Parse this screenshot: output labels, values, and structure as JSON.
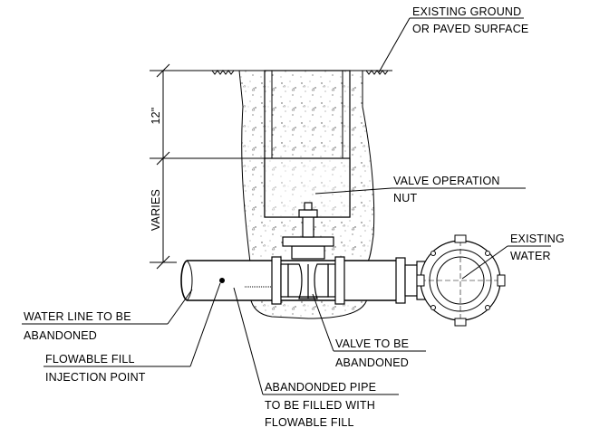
{
  "labels": {
    "existing_ground_1": "EXISTING GROUND",
    "existing_ground_2": "OR PAVED SURFACE",
    "dim_top": "12\"",
    "dim_side": "VARIES",
    "valve_operation_1": "VALVE OPERATION",
    "valve_operation_2": "NUT",
    "existing_water_1": "EXISTING",
    "existing_water_2": "WATER",
    "water_line_1": "WATER LINE TO BE",
    "water_line_2": "ABANDONED",
    "flowable_fill_1": "FLOWABLE FILL",
    "flowable_fill_2": "INJECTION POINT",
    "valve_abandoned_1": "VALVE TO BE",
    "valve_abandoned_2": "ABANDONED",
    "abandoned_pipe_1": "ABANDONDED PIPE",
    "abandoned_pipe_2": "TO BE FILLED WITH",
    "abandoned_pipe_3": "FLOWABLE FILL"
  }
}
